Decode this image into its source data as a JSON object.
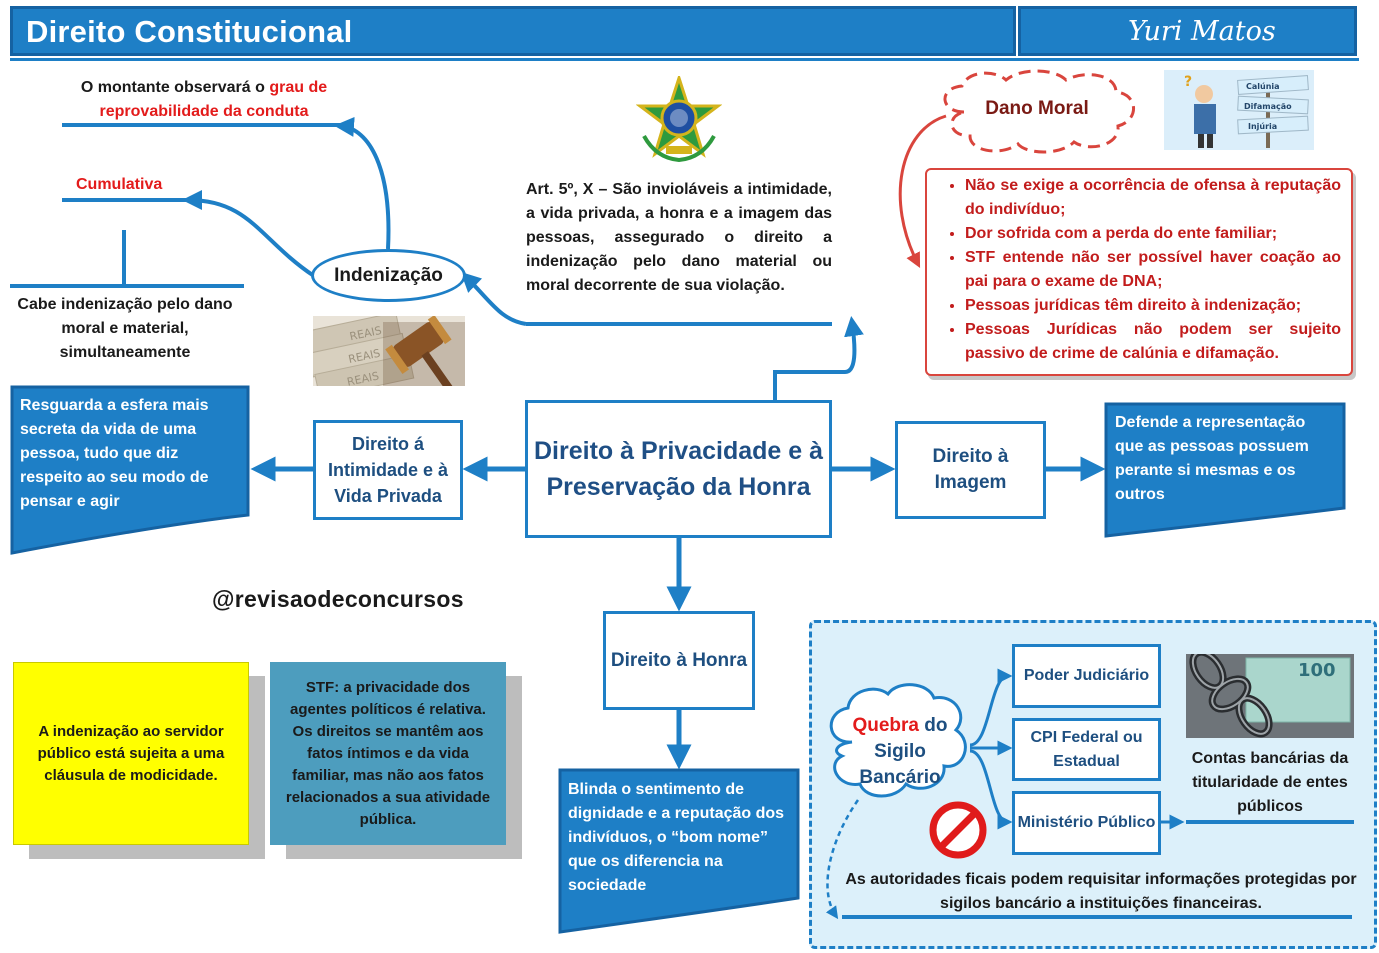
{
  "header": {
    "title": "Direito Constitucional",
    "author": "Yuri Matos"
  },
  "notes": {
    "montante_pre": "O montante observará o ",
    "montante_red": "grau de reprovabilidade da conduta",
    "cumulativa": "Cumulativa",
    "cabe": "Cabe indenização pelo dano moral e material, simultaneamente",
    "indenizacao": "Indenização"
  },
  "article": "Art. 5º, X – São invioláveis a intimidade, a vida privada, a honra e a imagem das pessoas, assegurado o direito a indenização pelo dano material ou moral decorrente de sua violação.",
  "center": {
    "title": "Direito à Privacidade e à Preservação da Honra"
  },
  "branches": {
    "intimidade": "Direito á Intimidade e à Vida Privada",
    "imagem": "Direito à Imagem",
    "honra": "Direito à Honra"
  },
  "cards": {
    "resguarda": "Resguarda a esfera mais secreta da vida de uma pessoa, tudo que diz respeito ao seu modo de pensar e agir",
    "defende": "Defende a representação que as pessoas possuem perante si mesmas e os outros",
    "blinda": "Blinda o sentimento de dignidade e a reputação dos indivíduos, o “bom nome” que os diferencia na sociedade"
  },
  "handle": "@revisaodeconcursos",
  "yellow_note": "A indenização ao servidor público está sujeita a uma cláusula de modicidade.",
  "teal_note": "STF: a privacidade dos agentes políticos é relativa. Os direitos se mantêm aos fatos íntimos e da vida familiar, mas não aos fatos relacionados a sua atividade pública.",
  "dano_moral": {
    "title": "Dano Moral",
    "items": [
      "Não se exige a ocorrência de ofensa à reputação do indivíduo;",
      "Dor sofrida com a perda do ente familiar;",
      "STF entende não ser possível haver coação ao pai para o exame de DNA;",
      "Pessoas jurídicas têm direito à indenização;",
      "Pessoas Jurídicas não podem ser sujeito passivo de crime de calúnia e difamação."
    ],
    "signpost": [
      "Calúnia",
      "Difamação",
      "Injúria"
    ]
  },
  "sigilo": {
    "quebra_red": "Quebra",
    "quebra_rest": " do Sigilo Bancário",
    "authorities": [
      "Poder Judiciário",
      "CPI Federal ou Estadual",
      "Ministério Público"
    ],
    "contas": "Contas bancárias da titularidade de entes públicos",
    "autoridades": "As autoridades ficais podem requisitar informações protegidas por sigilos bancário a instituições financeiras.",
    "note_value": "100"
  },
  "money_labels": [
    "REAIS",
    "REAIS",
    "REAIS"
  ],
  "colors": {
    "primary": "#1e7fc6",
    "red": "#e31b1b",
    "yellow": "#ffff00",
    "teal": "#4d9dbe",
    "panel": "#dcf0fa"
  }
}
